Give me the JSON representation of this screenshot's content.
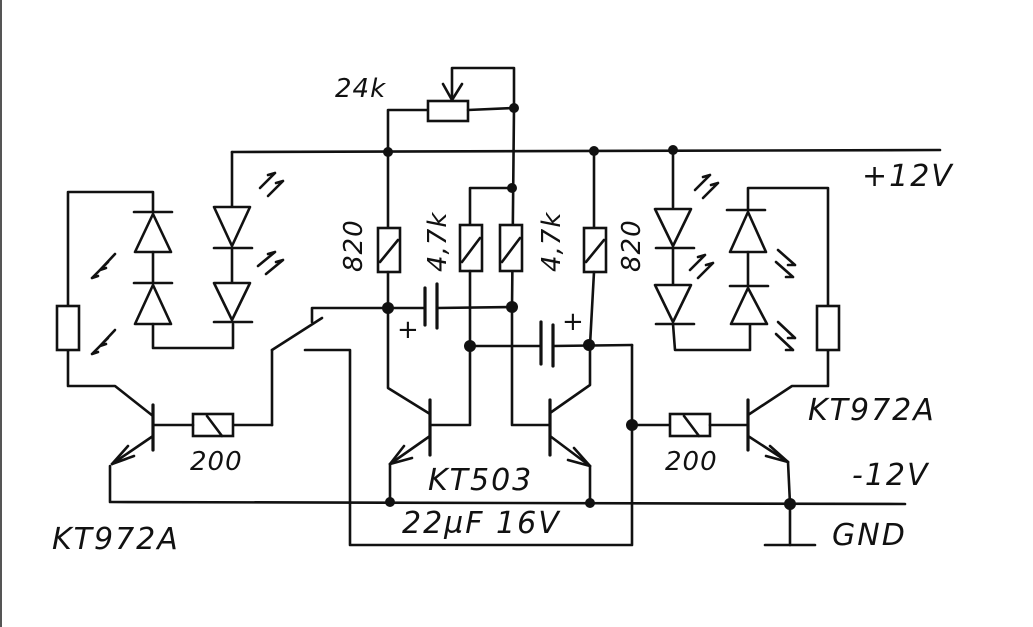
{
  "diagram": {
    "type": "schematic",
    "description": "Hand-drawn astable multivibrator LED flasher",
    "rails": {
      "positive": "+12V",
      "negative": "-12V",
      "ground": "GND"
    },
    "components": {
      "potentiometer": {
        "label": "24k"
      },
      "resistor_left_collector": {
        "label": "820"
      },
      "resistor_right_collector": {
        "label": "820"
      },
      "resistor_left_base": {
        "label": "4,7k"
      },
      "resistor_right_base": {
        "label": "4,7k"
      },
      "resistor_left_driver": {
        "label": "200"
      },
      "resistor_right_driver": {
        "label": "200"
      },
      "transistor_pair": {
        "label": "KT503"
      },
      "driver_left": {
        "label": "KT972A"
      },
      "driver_right": {
        "label": "KT972A"
      },
      "capacitors": {
        "label": "22µF 16V",
        "polarity_mark": "+"
      }
    },
    "icons": {
      "led": "led-icon",
      "light-emission": "light-arrows-icon",
      "resistor": "resistor-icon",
      "transistor": "npn-transistor-icon",
      "capacitor": "electrolytic-capacitor-icon",
      "switch": "switch-icon",
      "ground": "ground-icon",
      "junction": "junction-dot-icon"
    },
    "led_groups": [
      {
        "side": "left",
        "count": 4
      },
      {
        "side": "right",
        "count": 4
      }
    ]
  }
}
